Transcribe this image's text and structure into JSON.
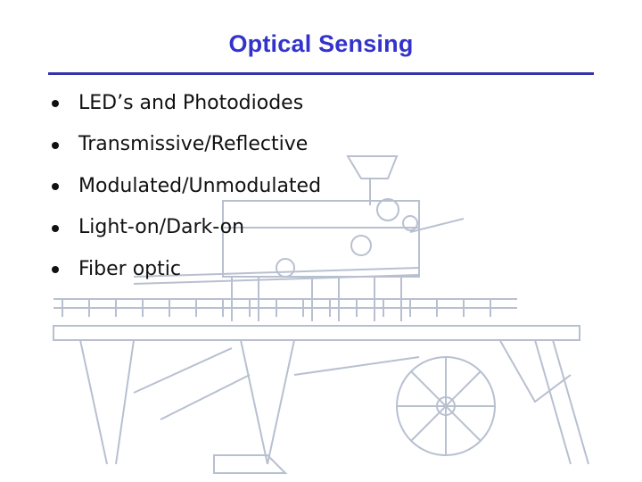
{
  "slide": {
    "title": "Optical Sensing",
    "bullets": [
      "LED’s and Photodiodes",
      "Transmissive/Reflective",
      "Modulated/Unmodulated",
      "Light-on/Dark-on",
      "Fiber optic"
    ]
  },
  "colors": {
    "title": "#3333cc",
    "rule": "#3333aa",
    "drawing_stroke": "#b8c0d0"
  }
}
